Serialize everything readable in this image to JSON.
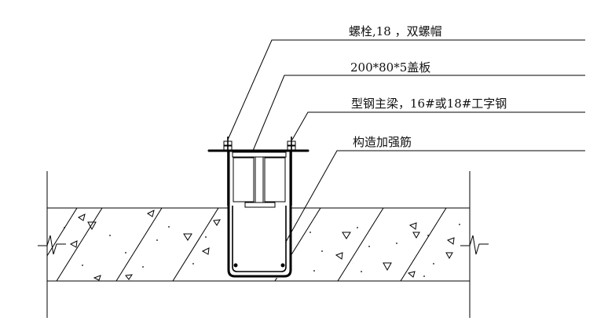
{
  "labels": {
    "bolt": "螺栓,18 ，双螺帽",
    "cover_plate": "200*80*5盖板",
    "steel_beam": "型钢主梁，16#或18#工字钢",
    "stiffener": "构造加强筋"
  },
  "colors": {
    "line": "#000000",
    "background": "#ffffff"
  }
}
